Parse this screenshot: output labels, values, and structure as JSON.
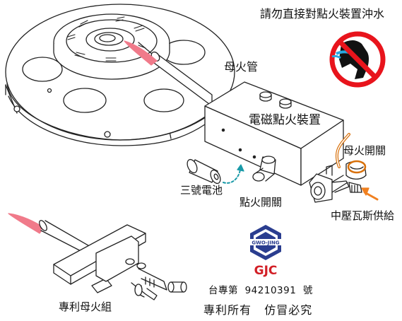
{
  "labels": {
    "warning": "請勿直接對點火裝置沖水",
    "pilot_tube": "母火管",
    "igniter": "電磁點火裝置",
    "pilot_valve": "母火開關",
    "battery": "三號電池",
    "ignition_switch": "點火開關",
    "gas_supply": "中壓瓦斯供給",
    "patent_set": "專利母火組",
    "patent_no": "台專第  94210391  號",
    "rights": "專利所有   仿冒必究"
  },
  "logo": {
    "top_text": "GWO-JING",
    "bottom_text": "GJC"
  },
  "colors": {
    "line": "#222222",
    "flame": "#f07a8a",
    "no_sign": "#e8141c",
    "hose": "#d8700a",
    "arrow_gas": "#f08020",
    "arrow_batt": "#1a9aa8",
    "logo_blue": "#2a3d8f",
    "logo_red": "#d21f26"
  },
  "icons": [
    "no-water-warning-icon",
    "gwo-jing-logo"
  ]
}
